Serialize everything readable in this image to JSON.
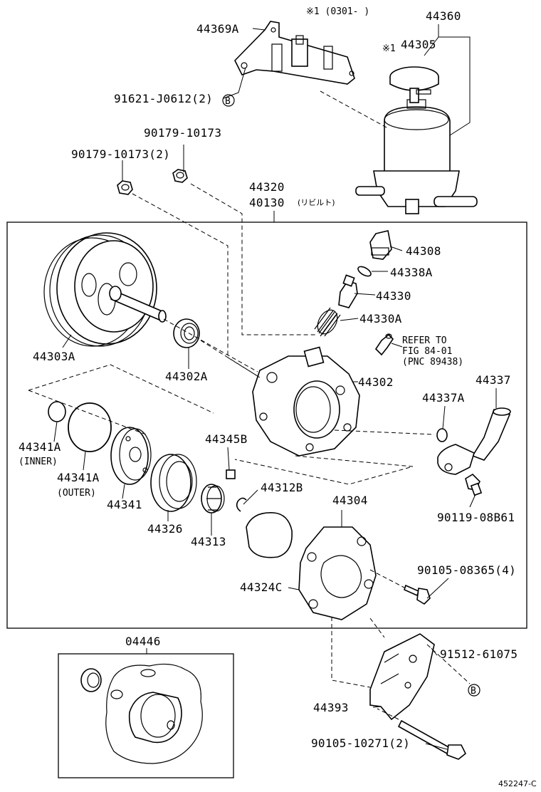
{
  "labels": {
    "note_1": "※1 (0301-       )",
    "p44360": "44360",
    "p44369A": "44369A",
    "p44305": "44305",
    "star1": "※1",
    "p91621": "91621-J0612(2)",
    "p90179a": "90179-10173",
    "p90179b": "90179-10173(2)",
    "p44320": "44320",
    "p40130": "40130",
    "p40130_note": "(リビルト)",
    "p44308": "44308",
    "p44338A": "44338A",
    "p44330": "44330",
    "p44330A": "44330A",
    "refer1": "REFER TO",
    "refer2": "FIG 84-01",
    "refer3": "(PNC 89438)",
    "p44303A": "44303A",
    "p44302A": "44302A",
    "p44302": "44302",
    "p44337": "44337",
    "p44337A": "44337A",
    "p44341A_inner": "44341A",
    "inner": "(INNER)",
    "p44341A_outer": "44341A",
    "outer": "(OUTER)",
    "p44341": "44341",
    "p44345B": "44345B",
    "p44312B": "44312B",
    "p44326": "44326",
    "p44313": "44313",
    "p44304": "44304",
    "p90119": "90119-08B61",
    "p90105a": "90105-08365(4)",
    "p44324C": "44324C",
    "p04446": "04446",
    "p91512": "91512-61075",
    "p44393": "44393",
    "p90105b": "90105-10271(2)",
    "circle_b": "B",
    "fig_id": "452247-C"
  }
}
